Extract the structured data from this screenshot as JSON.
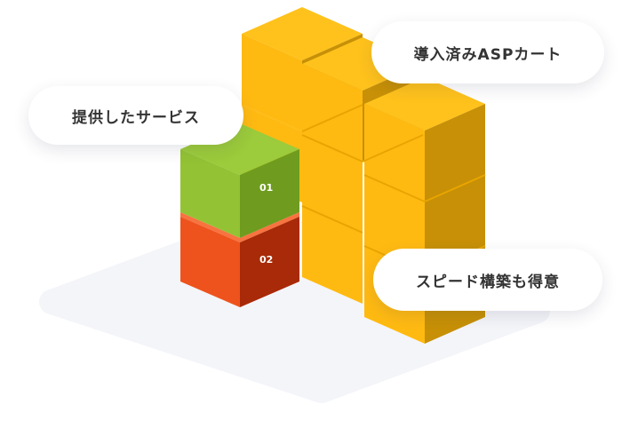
{
  "labels": {
    "installed_asp_cart": "導入済みASPカート",
    "provided_services": "提供したサービス",
    "speedy_build": "スピード構築も得意"
  },
  "blocks": {
    "green_number": "01",
    "red_number": "02"
  },
  "colors": {
    "yellow_top": "#FFC21C",
    "yellow_left": "#FFBA12",
    "yellow_right": "#C79006",
    "green_top": "#9CCB3B",
    "green_left": "#93C334",
    "green_right": "#6F9C1E",
    "red_top": "#F25A28",
    "red_left": "#EE531D",
    "red_right": "#A82A08",
    "floor": "#F4F5F9"
  }
}
